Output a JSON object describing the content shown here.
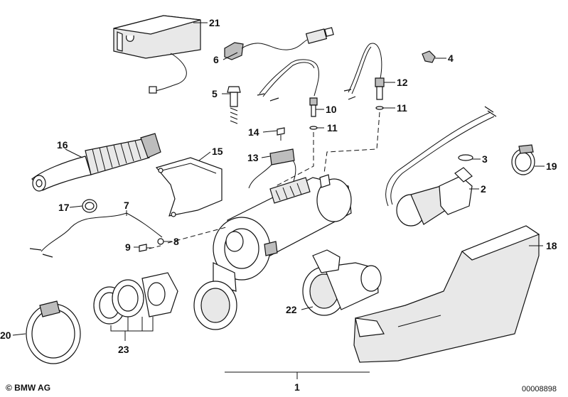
{
  "callouts": [
    {
      "id": "21",
      "label": "21"
    },
    {
      "id": "6",
      "label": "6"
    },
    {
      "id": "4",
      "label": "4"
    },
    {
      "id": "5",
      "label": "5"
    },
    {
      "id": "12",
      "label": "12"
    },
    {
      "id": "10",
      "label": "10"
    },
    {
      "id": "11a",
      "label": "11"
    },
    {
      "id": "11b",
      "label": "11"
    },
    {
      "id": "14",
      "label": "14"
    },
    {
      "id": "16",
      "label": "16"
    },
    {
      "id": "15",
      "label": "15"
    },
    {
      "id": "13",
      "label": "13"
    },
    {
      "id": "3",
      "label": "3"
    },
    {
      "id": "19",
      "label": "19"
    },
    {
      "id": "2",
      "label": "2"
    },
    {
      "id": "17",
      "label": "17"
    },
    {
      "id": "7",
      "label": "7"
    },
    {
      "id": "8",
      "label": "8"
    },
    {
      "id": "9",
      "label": "9"
    },
    {
      "id": "18",
      "label": "18"
    },
    {
      "id": "22",
      "label": "22"
    },
    {
      "id": "20",
      "label": "20"
    },
    {
      "id": "23",
      "label": "23"
    },
    {
      "id": "1",
      "label": "1"
    }
  ],
  "footer": {
    "logo": "© BMW AG",
    "doc_number": "00008898"
  }
}
